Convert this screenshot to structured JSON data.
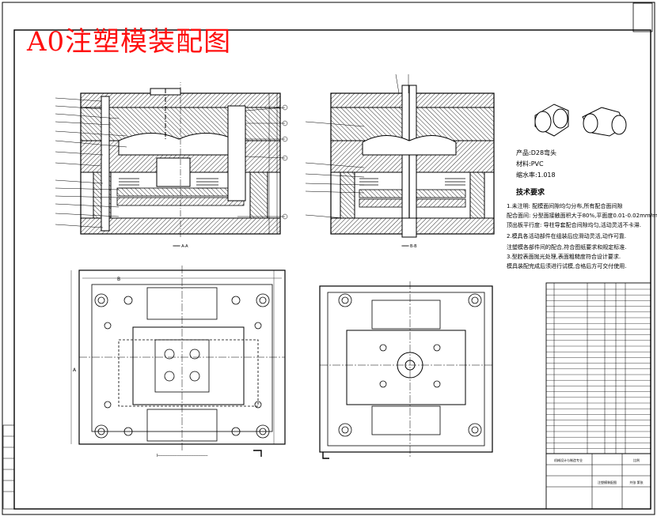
{
  "drawing": {
    "title": "A0注塑模装配图",
    "product": {
      "name_line": "产品:D28弯头",
      "material_line": "材料:PVC",
      "scale_line": "缩水率:1.018"
    },
    "requirements_heading": "技术要求",
    "requirements": [
      "1.未注明: 配模面间隙均匀分布,所有配合面间隙",
      "配合面间: 分型面接触面积大于80%,平面度0.01-0.02mm/m.",
      "顶出板平行度: 导柱导套配合间隙均匀,活动灵活不卡滞.",
      "2.模具各活动部件在组装后应滑动灵活,动作可靠.",
      "注塑模各部件间的配合,符合图纸要求和规定标准.",
      "3.型腔表面抛光处理,表面粗糙度符合设计要求.",
      "模具装配完成后须进行试模,合格后方可交付使用."
    ],
    "views": {
      "front_section_label": "═══ A-A",
      "side_section_label": "═══ B-B",
      "plan_dimension_text": "Ⅰ─────────────────────"
    },
    "section_markers": [
      "A",
      "B"
    ],
    "title_block": {
      "part_name": "注塑模装配图",
      "school_line": "机械设计与制造专业",
      "scale_label": "比例",
      "sheet_label": "共张 第张"
    }
  },
  "colors": {
    "title": "#ff1010",
    "line": "#000000",
    "paper": "#ffffff"
  }
}
